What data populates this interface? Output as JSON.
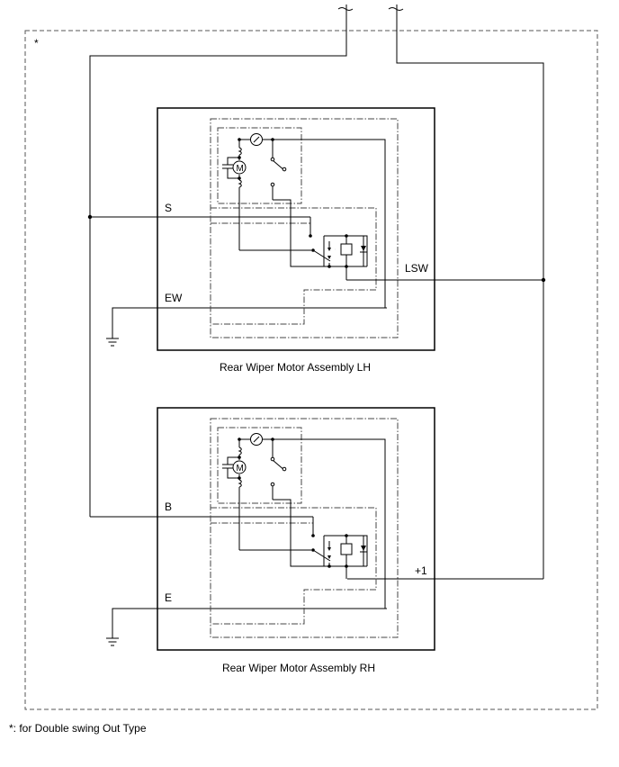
{
  "diagram": {
    "asterisk": "*",
    "footnote": "*: for Double swing Out Type",
    "lh": {
      "caption": "Rear Wiper Motor Assembly LH",
      "motor_symbol": "M",
      "terminal_s": "S",
      "terminal_ew": "EW",
      "terminal_lsw": "LSW"
    },
    "rh": {
      "caption": "Rear Wiper Motor Assembly RH",
      "motor_symbol": "M",
      "terminal_b": "B",
      "terminal_e": "E",
      "terminal_plus1": "+1"
    },
    "colors": {
      "line": "#000000",
      "frame_dash": "#444444"
    }
  }
}
